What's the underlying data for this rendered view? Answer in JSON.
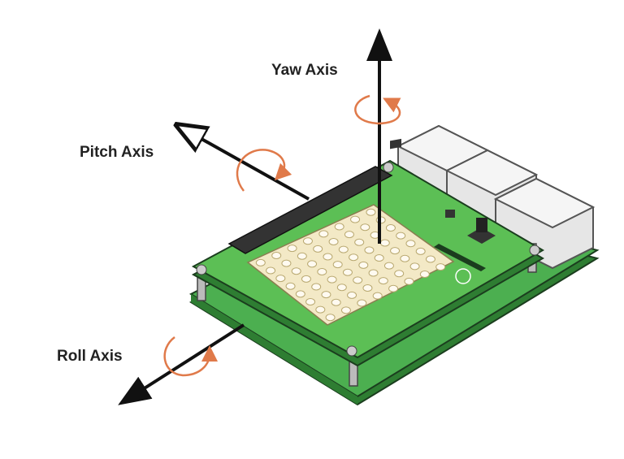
{
  "labels": {
    "yaw": "Yaw Axis",
    "pitch": "Pitch Axis",
    "roll": "Roll Axis"
  },
  "colors": {
    "board": "#4caf50",
    "board_dark": "#2e7d32",
    "rotation_arrow": "#e07a4a",
    "axis": "#111111",
    "led_matrix": "#f3e9c6",
    "ports": "#e6e6e6"
  }
}
